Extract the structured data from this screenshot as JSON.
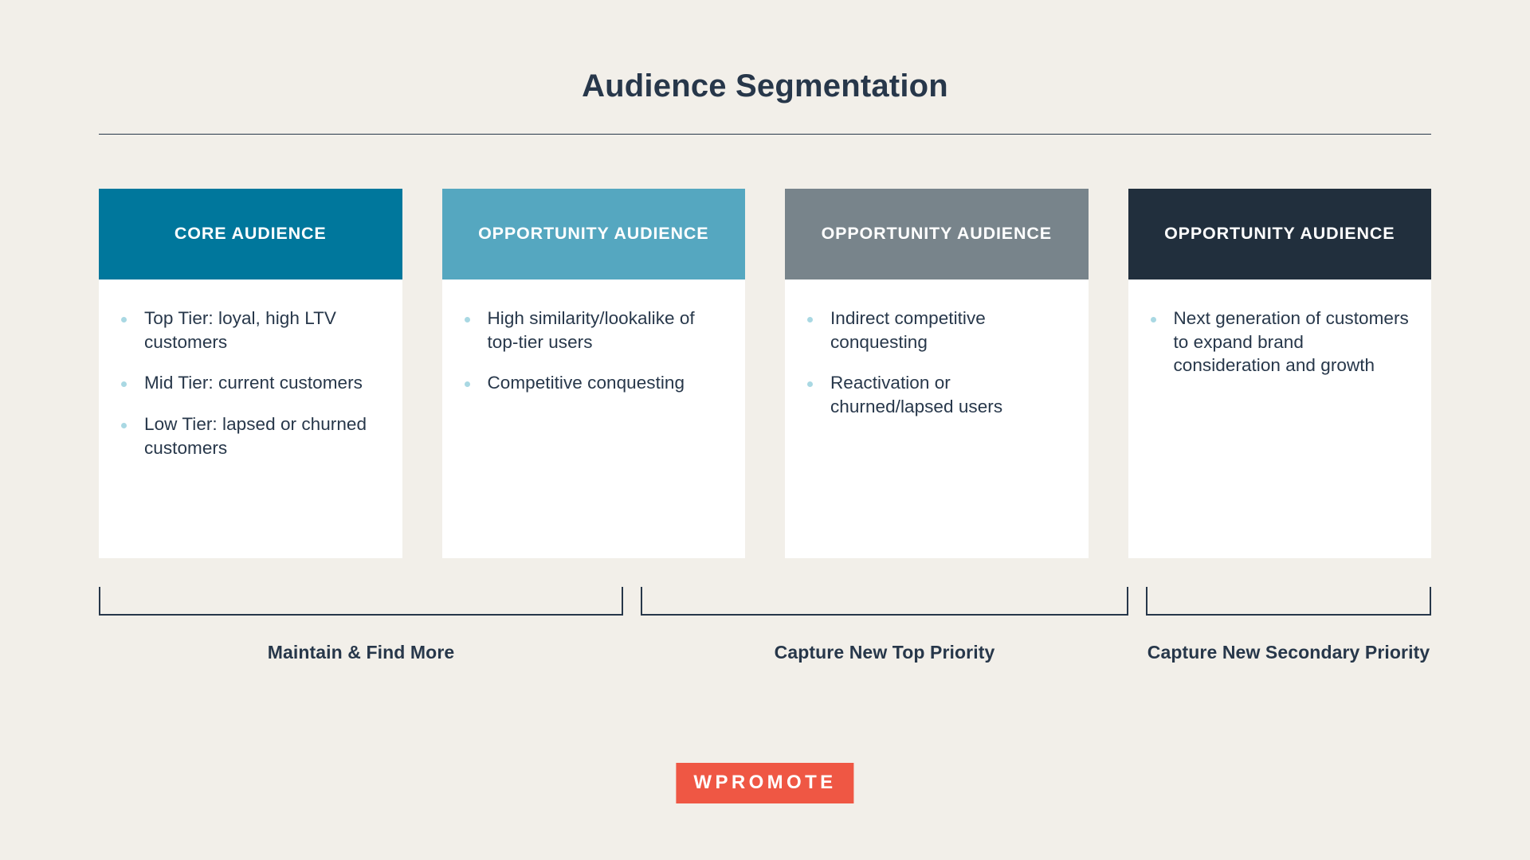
{
  "slide": {
    "title": "Audience Segmentation",
    "background_color": "#f2efe9",
    "text_color": "#27374a",
    "bullet_dot_color": "#a9d8e3"
  },
  "cards": [
    {
      "header_label": "CORE AUDIENCE",
      "header_color": "#00779c",
      "bullets": [
        "Top Tier: loyal, high LTV customers",
        "Mid Tier: current customers",
        "Low Tier: lapsed or churned customers"
      ]
    },
    {
      "header_label": "OPPORTUNITY AUDIENCE",
      "header_color": "#55a7c0",
      "bullets": [
        "High similarity/lookalike of top-tier users",
        "Competitive conquesting"
      ]
    },
    {
      "header_label": "OPPORTUNITY AUDIENCE",
      "header_color": "#78848b",
      "bullets": [
        "Indirect competitive conquesting",
        "Reactivation or churned/lapsed users"
      ]
    },
    {
      "header_label": "OPPORTUNITY AUDIENCE",
      "header_color": "#212f3d",
      "bullets": [
        "Next generation of customers to expand brand consideration and growth"
      ]
    }
  ],
  "groups": [
    {
      "caption": "Maintain & Find More"
    },
    {
      "caption": "Capture New Top Priority"
    },
    {
      "caption": "Capture New Secondary Priority"
    }
  ],
  "logo": {
    "text": "WPROMOTE",
    "color": "#ef5744"
  }
}
